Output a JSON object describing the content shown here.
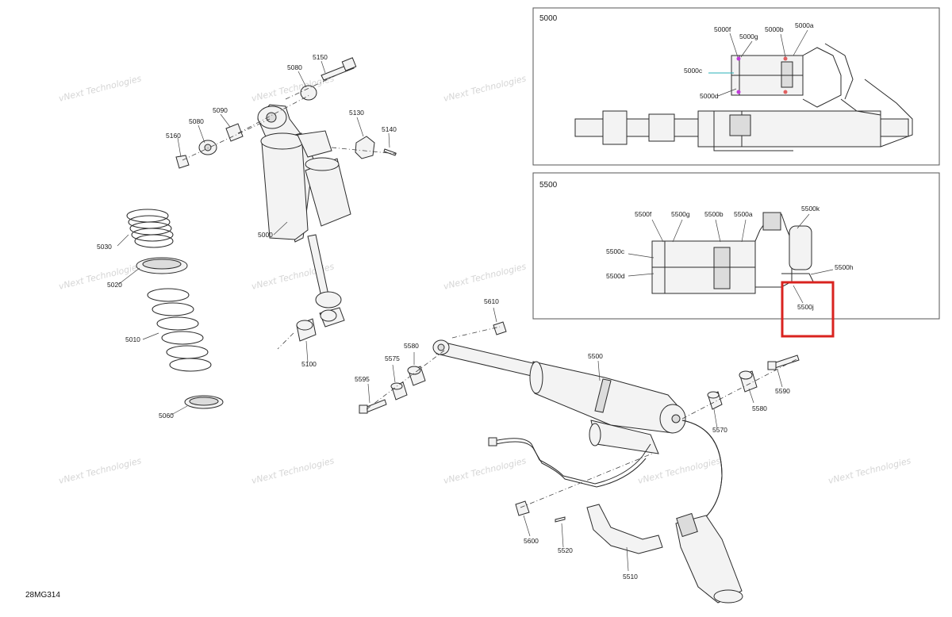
{
  "diagram_code": "28MG314",
  "watermark": {
    "line1": "vNext Technologies",
    "line2": "Technologies"
  },
  "detail_5000": {
    "title": "5000",
    "labels": {
      "a": "5000a",
      "b": "5000b",
      "c": "5000c",
      "d": "5000d",
      "f": "5000f",
      "g": "5000g"
    }
  },
  "detail_5500": {
    "title": "5500",
    "labels": {
      "a": "5500a",
      "b": "5500b",
      "c": "5500c",
      "d": "5500d",
      "f": "5500f",
      "g": "5500g",
      "h": "5500h",
      "j": "5500j",
      "k": "5500k"
    }
  },
  "highlight_color": "#d9231f",
  "parts": {
    "p5000": "5000",
    "p5010": "5010",
    "p5020": "5020",
    "p5030": "5030",
    "p5060": "5060",
    "p5080a": "5080",
    "p5080b": "5080",
    "p5090": "5090",
    "p5100": "5100",
    "p5130": "5130",
    "p5140": "5140",
    "p5150": "5150",
    "p5160": "5160",
    "p5500": "5500",
    "p5510": "5510",
    "p5520": "5520",
    "p5570": "5570",
    "p5575": "5575",
    "p5580a": "5580",
    "p5580b": "5580",
    "p5590": "5590",
    "p5595": "5595",
    "p5600": "5600",
    "p5610": "5610"
  }
}
